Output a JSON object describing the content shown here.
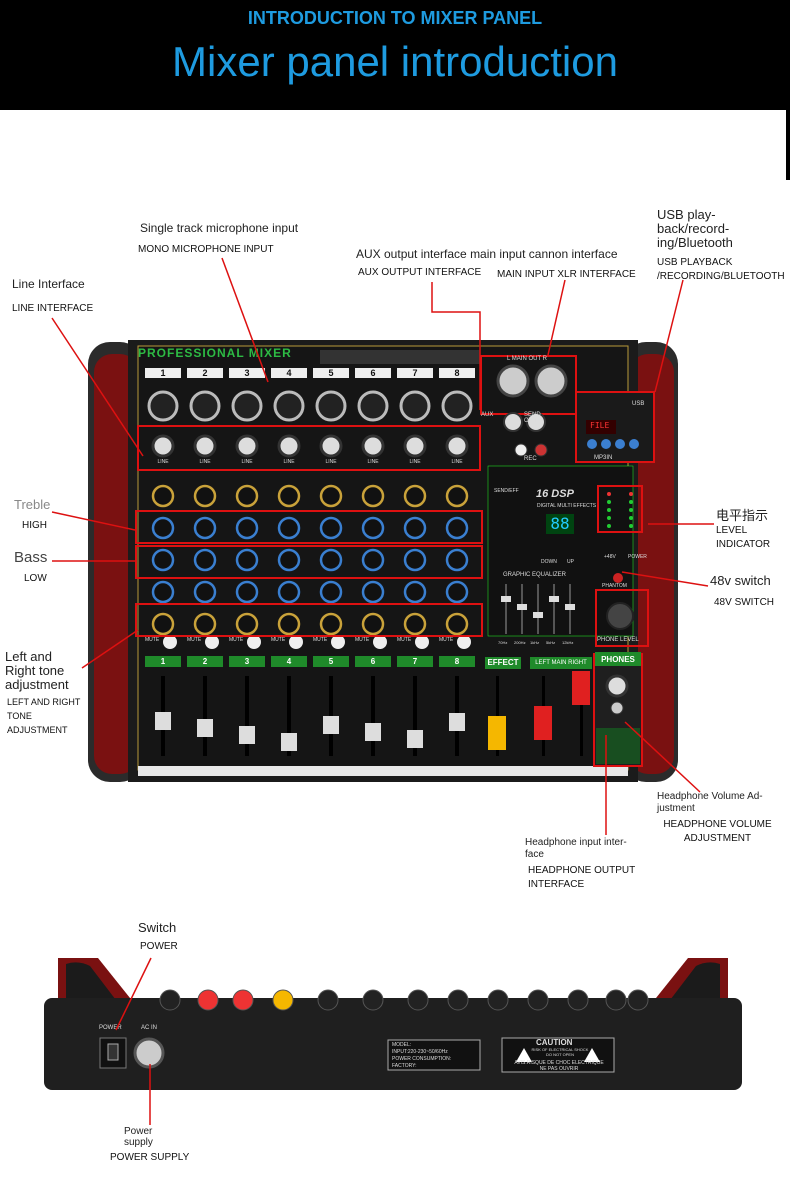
{
  "header": {
    "subtitle": "INTRODUCTION TO MIXER PANEL",
    "title": "Mixer panel introduction"
  },
  "labels": {
    "line_interface": {
      "en": "Line Interface",
      "caps": "LINE INTERFACE"
    },
    "mono_mic": {
      "en": "Single track microphone input",
      "caps": "MONO MICROPHONE INPUT"
    },
    "aux_main": {
      "en": "AUX output interface main input cannon interface",
      "caps_aux": "AUX OUTPUT INTERFACE",
      "caps_main": "MAIN INPUT XLR INTERFACE"
    },
    "usb": {
      "en": "USB play-back/record-ing/Bluetooth",
      "caps": "USB PLAYBACK /RECORDING/BLUETOOTH"
    },
    "treble": {
      "en": "Treble",
      "caps": "HIGH"
    },
    "bass": {
      "en": "Bass",
      "caps": "LOW"
    },
    "pan": {
      "en": "Left and Right tone adjustment",
      "caps": "LEFT AND RIGHT TONE ADJUSTMENT"
    },
    "level": {
      "cn": "电平指示",
      "caps": "LEVEL INDICATOR"
    },
    "phantom": {
      "en": "48v switch",
      "caps": "48V SWITCH"
    },
    "phone_vol": {
      "en": "Headphone Volume Ad-justment",
      "caps": "HEADPHONE VOLUME ADJUSTMENT"
    },
    "phone_out": {
      "en": "Headphone input inter-face",
      "caps": "HEADPHONE OUTPUT INTERFACE"
    },
    "switch": {
      "en": "Switch",
      "caps": "POWER"
    },
    "power_supply": {
      "en": "Power supply",
      "caps": "POWER SUPPLY"
    }
  },
  "mixer": {
    "brand": "PROFESSIONAL MIXER",
    "channels": [
      "1",
      "2",
      "3",
      "4",
      "5",
      "6",
      "7",
      "8"
    ],
    "line_label": "LINE",
    "mute_label": "MUTE",
    "main_out": "L   MAIN OUT   R",
    "aux": "AUX",
    "send_out": "SEND OUT",
    "rec": "REC",
    "usb": "USB",
    "mp3": "MP3IN",
    "display": "FILE",
    "dsp": "16 DSP",
    "dsp_sub": "DIGITAL MULTI EFFECTS",
    "send_eff": "SEND/EFF",
    "fx_display": "88",
    "down": "DOWN",
    "up": "UP",
    "geq": "GRAPHIC EQUALIZER",
    "geq_bands": [
      "70Hz",
      "200Hz",
      "1kHz",
      "5kHz",
      "12kHz"
    ],
    "phantom": "PHANTOM",
    "plus48": "+48V",
    "power": "POWER",
    "phone_level": "PHONE LEVEL",
    "effect": "EFFECT",
    "main_lr": "LEFT   MAIN   RIGHT",
    "phones": "PHONES"
  },
  "rear": {
    "power": "POWER",
    "ac_in": "AC IN",
    "model_lines": [
      "MODEL:",
      "INPUT:220-230~50/60Hz",
      "POWER CONSUMPTION:",
      "FACTORY:"
    ],
    "caution": "CAUTION",
    "caution_sub": "RISK OF ELECTRICAL SHOCK DO NOT OPEN",
    "avis": "AVIS:RISQUE DE CHOC ELECTRIQUE NE PAS OUVRIR"
  }
}
